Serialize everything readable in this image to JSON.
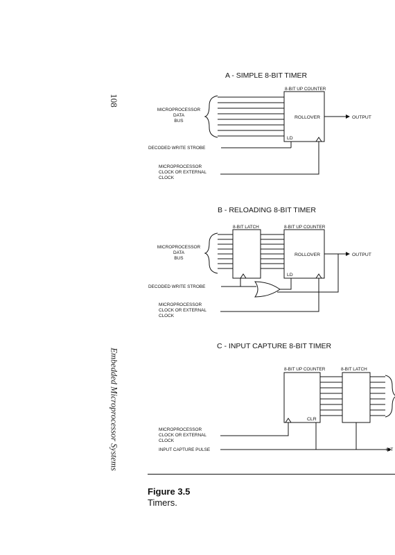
{
  "page": {
    "page_number": "108",
    "running_head": "Embedded Microprocessor Systems"
  },
  "diagram": {
    "a": {
      "title": "A - SIMPLE 8-BIT TIMER",
      "counter_label": "8-BIT UP COUNTER",
      "rollover": "ROLLOVER",
      "output": "OUTPUT",
      "ld": "LD",
      "bus_label": [
        "MICROPROCESSOR",
        "DATA",
        "BUS"
      ],
      "write_strobe": "DECODED WRITE STROBE",
      "clock_label": [
        "MICROPROCESSOR",
        "CLOCK OR EXTERNAL",
        "CLOCK"
      ]
    },
    "b": {
      "title": "B - RELOADING 8-BIT TIMER",
      "latch_label": "8-BIT LATCH",
      "counter_label": "8-BIT UP COUNTER",
      "rollover": "ROLLOVER",
      "output": "OUTPUT",
      "ld": "LD",
      "bus_label": [
        "MICROPROCESSOR",
        "DATA",
        "BUS"
      ],
      "write_strobe": "DECODED WRITE STROBE",
      "clock_label": [
        "MICROPROCESSOR",
        "CLOCK OR EXTERNAL",
        "CLOCK"
      ]
    },
    "c": {
      "title": "C - INPUT CAPTURE 8-BIT TIMER",
      "counter_label": "8-BIT UP COUNTER",
      "latch_label": "8-BIT LATCH",
      "clr": "CLR",
      "clock_label": [
        "MICROPROCESSOR",
        "CLOCK OR EXTERNAL",
        "CLOCK"
      ],
      "capture_pulse": "INPUT CAPTURE PULSE",
      "interrupt_label": "INT"
    }
  },
  "caption": {
    "label": "Figure 3.5",
    "text": "Timers."
  }
}
